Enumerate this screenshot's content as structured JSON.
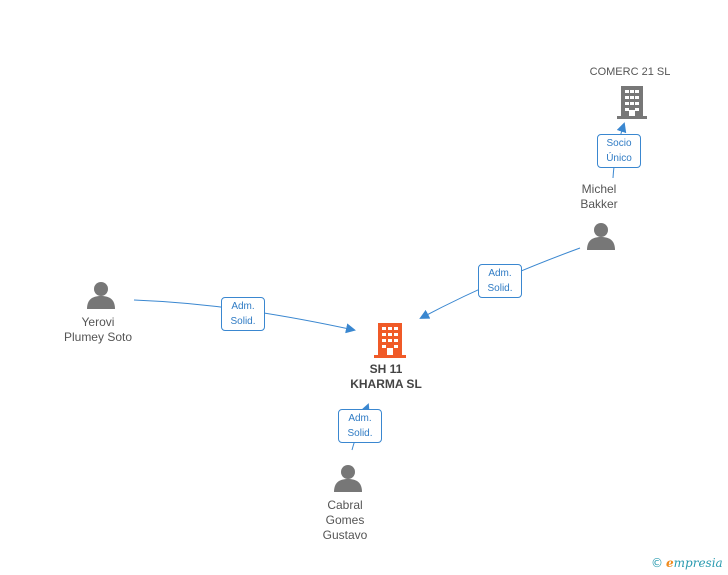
{
  "nodes": {
    "comerc": {
      "label": "COMERC 21 SL",
      "type": "company"
    },
    "michel": {
      "label": "Michel\nBakker",
      "type": "person"
    },
    "yerovi": {
      "label": "Yerovi\nPlumey Soto",
      "type": "person"
    },
    "sh11": {
      "label": "SH 11\nKHARMA SL",
      "type": "company-main"
    },
    "cabral": {
      "label": "Cabral\nGomes\nGustavo",
      "type": "person"
    }
  },
  "edges": {
    "michel_comerc": {
      "label": "Socio\nÚnico"
    },
    "michel_sh11": {
      "label": "Adm.\nSolid."
    },
    "yerovi_sh11": {
      "label": "Adm.\nSolid."
    },
    "cabral_sh11": {
      "label": "Adm.\nSolid."
    }
  },
  "colors": {
    "edge": "#3a87d0",
    "person": "#777777",
    "company": "#777777",
    "main_company": "#f05a28"
  },
  "footer": {
    "copyright": "©",
    "brand_e": "e",
    "brand_rest": "mpresia"
  }
}
